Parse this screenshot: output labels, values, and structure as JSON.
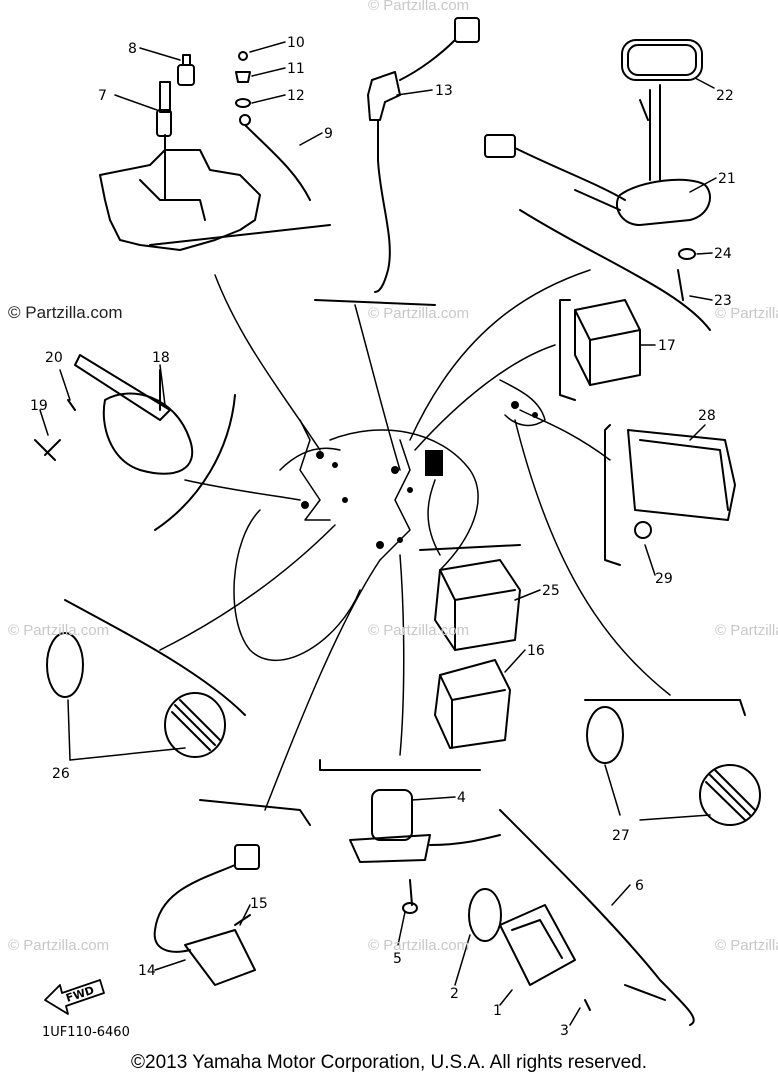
{
  "watermark": {
    "main": "© Partzilla.com",
    "faint": "© Partzilla.com"
  },
  "part_code": "1UF110-6460",
  "fwd_label": "FWD",
  "copyright": "©2013 Yamaha Motor Corporation, U.S.A. All rights reserved.",
  "callouts": [
    "1",
    "2",
    "3",
    "4",
    "5",
    "6",
    "7",
    "8",
    "9",
    "10",
    "11",
    "12",
    "13",
    "14",
    "15",
    "16",
    "17",
    "18",
    "19",
    "20",
    "21",
    "22",
    "23",
    "24",
    "25",
    "26",
    "27",
    "28",
    "29"
  ]
}
